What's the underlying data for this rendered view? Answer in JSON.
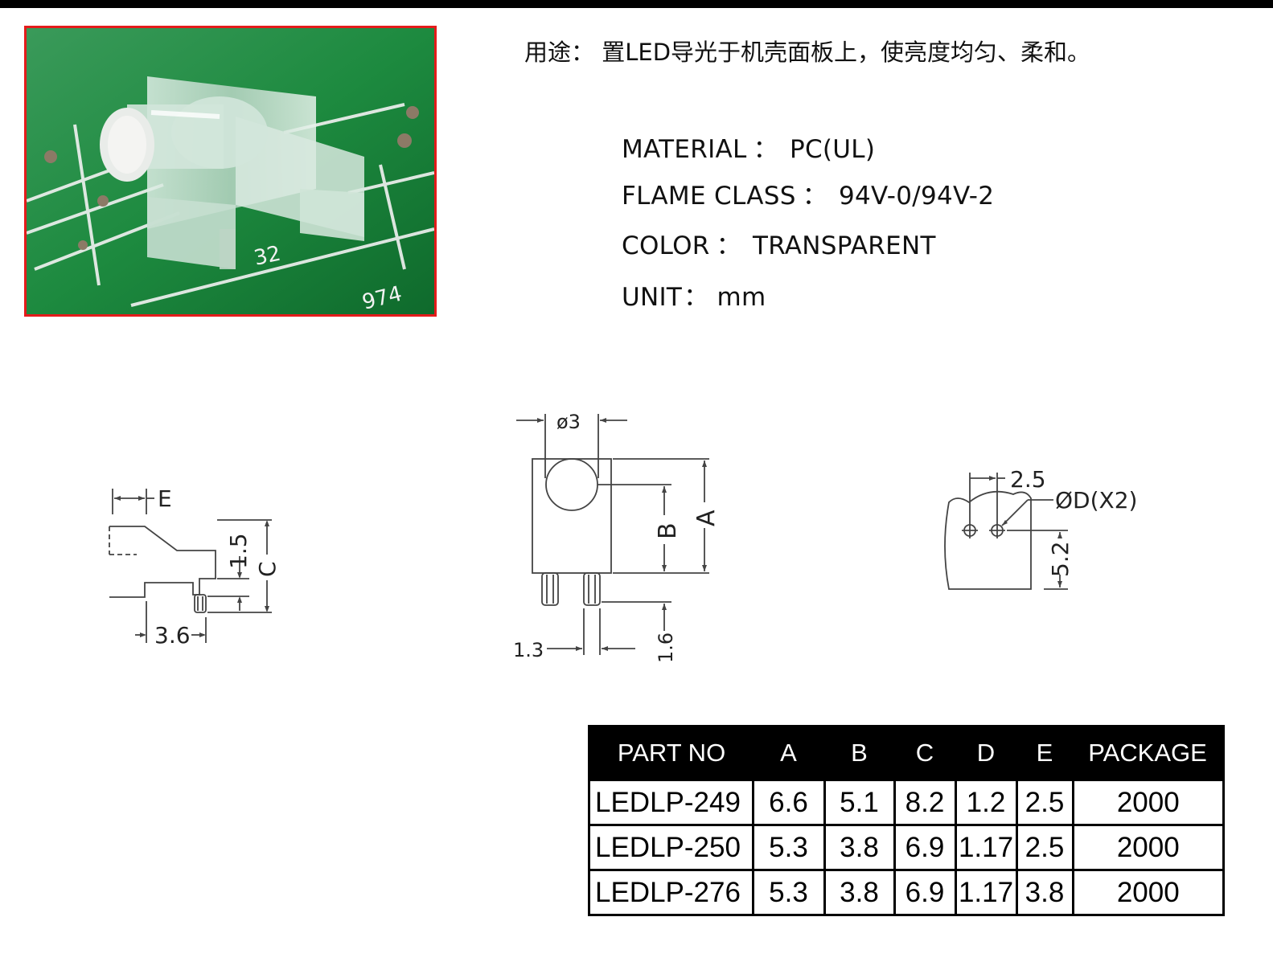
{
  "usage_text": "用途：  置LED导光于机壳面板上，使亮度均匀、柔和。",
  "specs": [
    {
      "label": "MATERIAL",
      "sep": "：",
      "value": "PC(UL)"
    },
    {
      "label": "FLAME CLASS",
      "sep": "：",
      "value": "94V-0/94V-2"
    },
    {
      "label": "COLOR",
      "sep": "：",
      "value": "TRANSPARENT"
    },
    {
      "label": "UNIT",
      "sep": "：",
      "value": "mm"
    }
  ],
  "photo_text": {
    "marking_1": "32",
    "marking_2": "974"
  },
  "drawing_side": {
    "e": "E",
    "d15": "1.5",
    "c": "C",
    "d36": "3.6"
  },
  "drawing_front": {
    "phi3": "ø3",
    "a": "A",
    "b": "B",
    "d13": "1.3",
    "d16": "1.6"
  },
  "drawing_pcb": {
    "d25": "2.5",
    "od": "ØD(X2)",
    "d52": "5.2"
  },
  "table": {
    "headers": [
      "PART NO",
      "A",
      "B",
      "C",
      "D",
      "E",
      "PACKAGE"
    ],
    "rows": [
      [
        "LEDLP-249",
        "6.6",
        "5.1",
        "8.2",
        "1.2",
        "2.5",
        "2000"
      ],
      [
        "LEDLP-250",
        "5.3",
        "3.8",
        "6.9",
        "1.17",
        "2.5",
        "2000"
      ],
      [
        "LEDLP-276",
        "5.3",
        "3.8",
        "6.9",
        "1.17",
        "3.8",
        "2000"
      ]
    ]
  },
  "colors": {
    "frame": "#e41b1b",
    "pcb": "#1f7a3a",
    "header_bg": "#000000"
  }
}
